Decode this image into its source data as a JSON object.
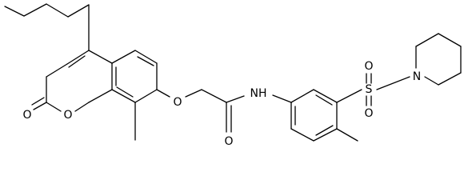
{
  "molecule": {
    "atoms": {
      "carbonyl_oxygen_lactone": "O",
      "ring_oxygen": "O",
      "ether_oxygen": "O",
      "amide_oxygen": "O",
      "amide_nitrogen": "NH",
      "sulfur": "S",
      "sulfonyl_oxygen_top": "O",
      "sulfonyl_oxygen_bottom": "O",
      "piperidine_nitrogen": "N"
    }
  }
}
